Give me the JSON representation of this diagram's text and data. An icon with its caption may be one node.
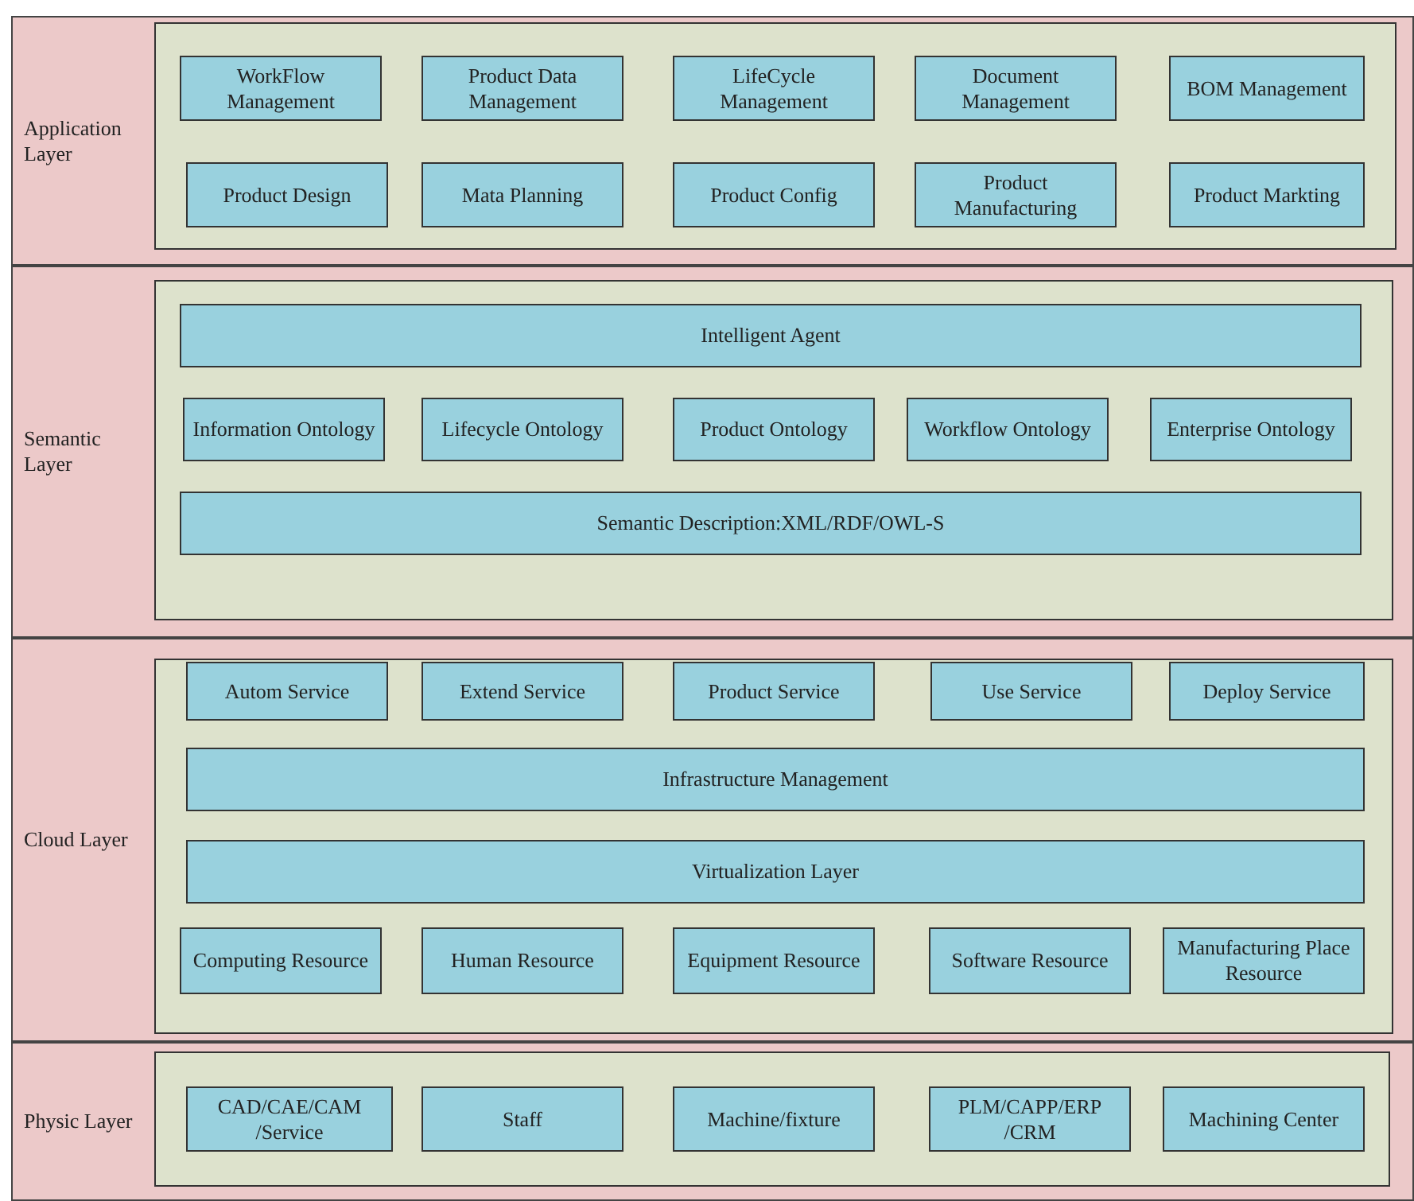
{
  "diagram": {
    "nodes": [
      {
        "text": [
          "Application Layer"
        ]
      },
      {
        "text": [],
        "shape": "box",
        "in": 0
      },
      {
        "text": [
          "WorkFlow Management"
        ],
        "in": 1
      },
      {
        "text": [
          "Product Data Management"
        ],
        "in": 1
      },
      {
        "text": [
          "LifeCycle Management"
        ],
        "in": 1
      },
      {
        "text": [
          "Document Management"
        ],
        "in": 1
      },
      {
        "text": [
          "BOM Management"
        ],
        "in": 1
      },
      {
        "text": [
          "Product Design"
        ],
        "in": 1
      },
      {
        "text": [
          "Mata Planning"
        ],
        "in": 1
      },
      {
        "text": [
          "Product Config"
        ],
        "in": 1
      },
      {
        "text": [
          "Product Manufacturing"
        ],
        "in": 1
      },
      {
        "text": [
          "Product Markting"
        ],
        "in": 1
      },
      {
        "text": [
          "Semantic Layer"
        ]
      },
      {
        "text": [],
        "shape": "box",
        "in": 12
      },
      {
        "text": [
          "Intelligent Agent"
        ],
        "in": 13
      },
      {
        "text": [
          "Information Ontology"
        ],
        "in": 13
      },
      {
        "text": [
          "Lifecycle Ontology"
        ],
        "in": 13
      },
      {
        "text": [
          "Product Ontology"
        ],
        "in": 13
      },
      {
        "text": [
          "Workflow Ontology"
        ],
        "in": 13
      },
      {
        "text": [
          "Enterprise Ontology"
        ],
        "in": 13
      },
      {
        "text": [
          "Semantic Description:XML/RDF/OWL-S"
        ],
        "in": 13
      },
      {
        "text": [
          "Cloud Layer"
        ]
      },
      {
        "text": [],
        "shape": "box",
        "in": 21
      },
      {
        "text": [
          "Autom Service"
        ],
        "in": 22
      },
      {
        "text": [
          "Extend Service"
        ],
        "in": 22
      },
      {
        "text": [
          "Product Service"
        ],
        "in": 22
      },
      {
        "text": [
          "Use Service"
        ],
        "in": 22
      },
      {
        "text": [
          "Deploy Service"
        ],
        "in": 22
      },
      {
        "text": [
          "Infrastructure Management"
        ],
        "in": 22
      },
      {
        "text": [
          "Virtualization Layer"
        ],
        "in": 22
      },
      {
        "text": [
          "Computing Resource"
        ],
        "in": 22
      },
      {
        "text": [
          "Human Resource"
        ],
        "in": 22
      },
      {
        "text": [
          "Equipment Resource"
        ],
        "in": 22
      },
      {
        "text": [
          "Software Resource"
        ],
        "in": 22
      },
      {
        "text": [
          "Manufacturing Place Resource"
        ],
        "in": 22
      },
      {
        "text": [
          "Physic Layer"
        ]
      },
      {
        "text": [],
        "shape": "box",
        "in": 35
      },
      {
        "text": [
          "CAD/CAE/CAM /Service"
        ],
        "in": 36
      },
      {
        "text": [
          "Staff"
        ],
        "in": 36
      },
      {
        "text": [
          "Machine/fixture"
        ],
        "in": 36
      },
      {
        "text": [
          "PLM/CAPP/ERP /CRM"
        ],
        "in": 36
      },
      {
        "text": [
          "Machining Center"
        ],
        "in": 36
      }
    ]
  }
}
